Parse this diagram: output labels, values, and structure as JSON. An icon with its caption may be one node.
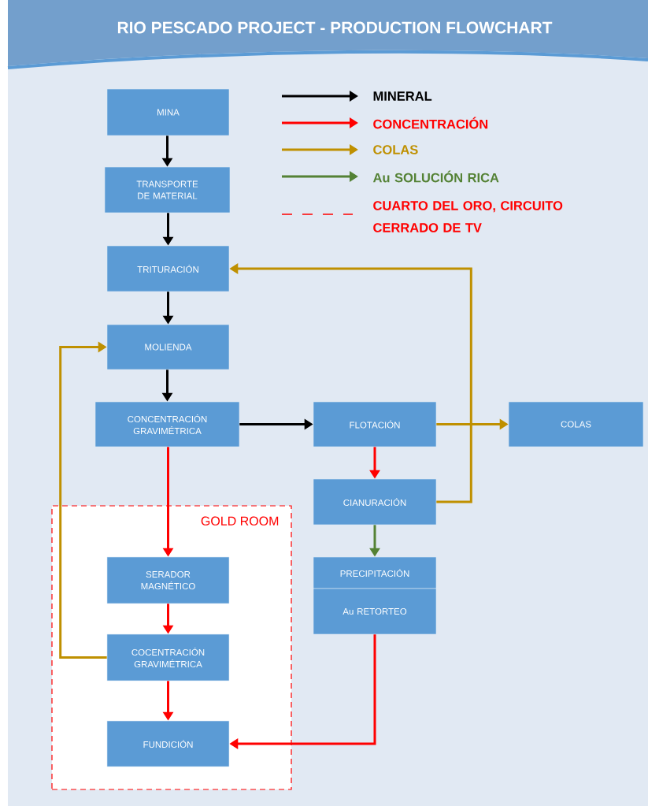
{
  "diagram": {
    "title": "RIO PESCADO PROJECT - PRODUCTION FLOWCHART",
    "nodes": [
      {
        "text": [
          "MINA"
        ]
      },
      {
        "text": [
          "TRANSPORTE DE MATERIAL"
        ]
      },
      {
        "text": [
          "TRITURACIÓN"
        ]
      },
      {
        "text": [
          "MOLIENDA"
        ]
      },
      {
        "text": [
          "CONCENTRACIÓN GRAVIMÉTRICA"
        ]
      },
      {
        "text": [
          "FLOTACIÓN"
        ]
      },
      {
        "text": [
          "COLAS"
        ]
      },
      {
        "text": [
          "CIANURACIÓN"
        ]
      },
      {
        "text": [
          "GOLD ROOM"
        ]
      },
      {
        "text": [
          "SERADOR MAGNÉTICO"
        ],
        "in": 8
      },
      {
        "text": [
          "PRECIPITACIÓN"
        ]
      },
      {
        "text": [
          "Au RETORTEO"
        ]
      },
      {
        "text": [
          "COCENTRACIÓN GRAVIMÉTRICA"
        ],
        "in": 8
      },
      {
        "text": [
          "FUNDICIÓN"
        ],
        "in": 8
      }
    ],
    "edges": [
      {
        "from": 0,
        "to": 1,
        "arrow": "to"
      },
      {
        "from": 1,
        "to": 2,
        "arrow": "to"
      },
      {
        "from": 2,
        "to": 3,
        "arrow": "to"
      },
      {
        "from": 3,
        "to": 4,
        "arrow": "to"
      },
      {
        "from": 4,
        "to": 5,
        "arrow": "to"
      },
      {
        "from": 5,
        "to": 6,
        "arrow": "to",
        "color": "#bf9000"
      },
      {
        "from": 5,
        "to": 7,
        "arrow": "to",
        "color": "#ff0000"
      },
      {
        "from": 7,
        "to": 2,
        "arrow": "to",
        "color": "#bf9000"
      },
      {
        "from": 4,
        "to": 9,
        "arrow": "to",
        "color": "#ff0000"
      },
      {
        "from": 7,
        "to": 10,
        "arrow": "to",
        "color": "#548235"
      },
      {
        "from": 9,
        "to": 12,
        "arrow": "to",
        "color": "#ff0000"
      },
      {
        "from": 12,
        "to": 3,
        "arrow": "to",
        "color": "#bf9000"
      },
      {
        "from": 12,
        "to": 13,
        "arrow": "to",
        "color": "#ff0000"
      },
      {
        "from": 11,
        "to": 13,
        "arrow": "to",
        "color": "#ff0000"
      }
    ],
    "legend": [
      {
        "text": "MINERAL"
      },
      {
        "text": "CONCENTRACIÓN"
      },
      {
        "text": "COLAS"
      },
      {
        "text": "Au SOLUCIÓN RICA"
      },
      {
        "text": "CUARTO DEL ORO, CIRCUITO CERRADO DE TV"
      }
    ]
  }
}
